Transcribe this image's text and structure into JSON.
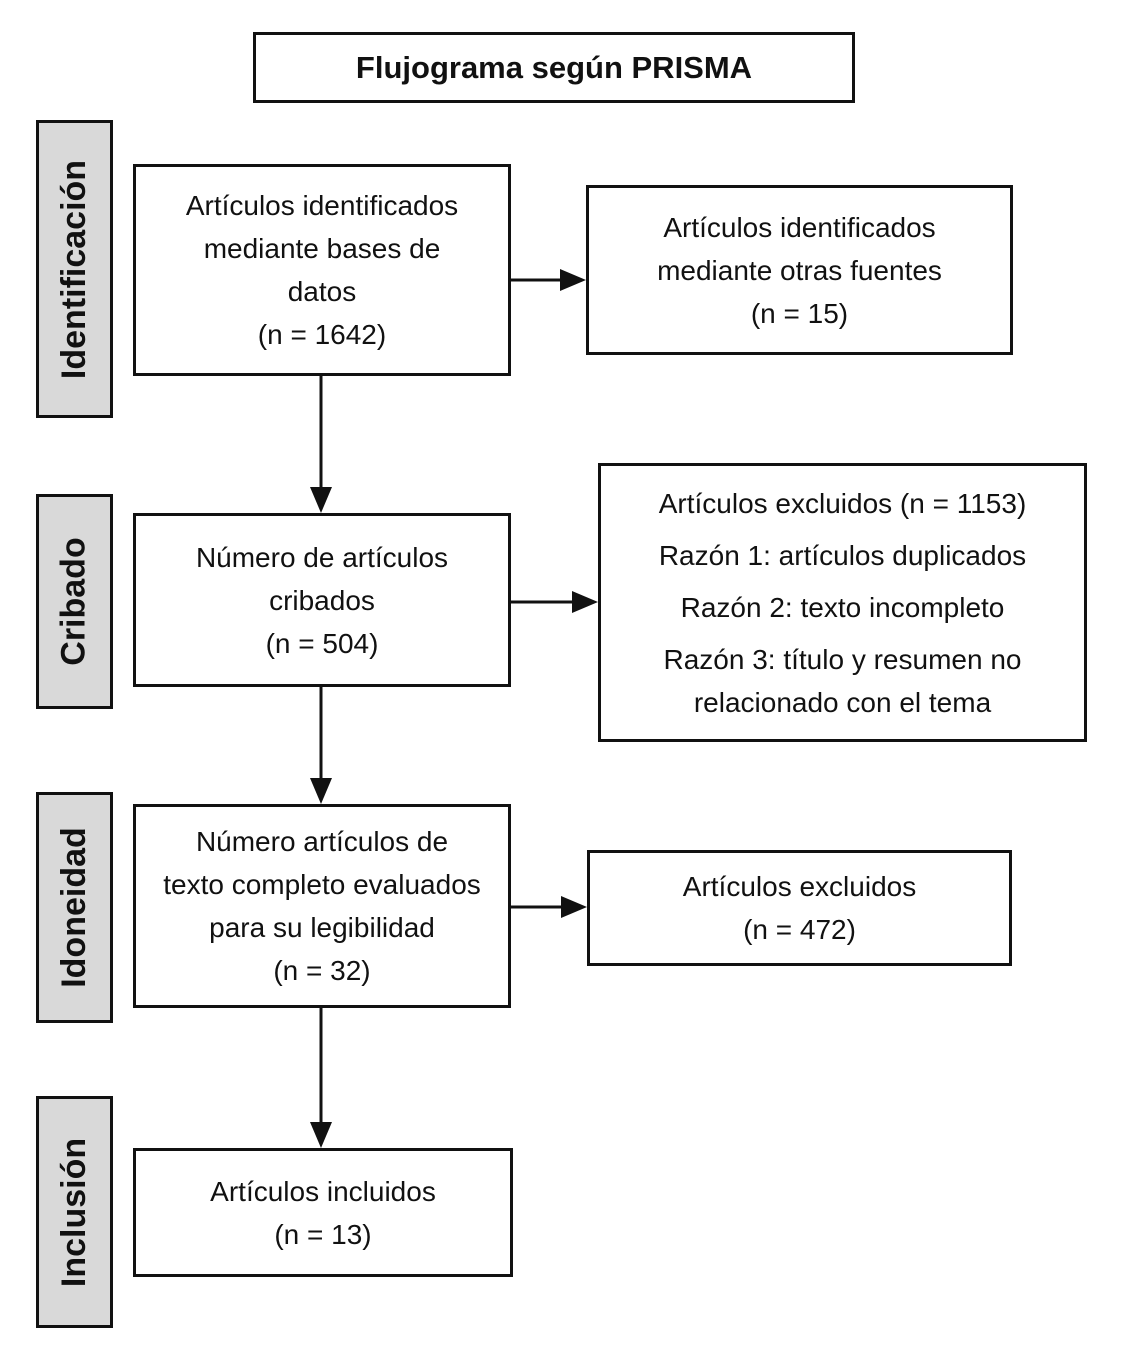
{
  "title": "Flujograma según PRISMA",
  "stages": [
    {
      "label": "Identificación"
    },
    {
      "label": "Cribado"
    },
    {
      "label": "Idoneidad"
    },
    {
      "label": "Inclusión"
    }
  ],
  "main_boxes": {
    "identified_databases": {
      "text": "Artículos identificados\nmediante bases de\ndatos\n(n = 1642)"
    },
    "screened": {
      "text": "Número de artículos\ncribados\n(n = 504)"
    },
    "fulltext_assessed": {
      "text": "Número artículos de\ntexto completo evaluados\npara su legibilidad\n(n = 32)"
    },
    "included": {
      "text": "Artículos incluidos\n(n = 13)"
    }
  },
  "side_boxes": {
    "identified_other_sources": {
      "text": "Artículos identificados\nmediante otras fuentes\n(n = 15)"
    },
    "screening_excluded": {
      "lines": [
        "Artículos excluidos (n = 1153)",
        "Razón 1: artículos duplicados",
        "Razón 2: texto incompleto",
        "Razón 3: título y resumen no\nrelacionado con el tema"
      ]
    },
    "fulltext_excluded": {
      "text": "Artículos excluidos\n(n = 472)"
    }
  },
  "colors": {
    "stage_fill": "#d9d9d9",
    "line": "#111111",
    "background": "#ffffff"
  }
}
